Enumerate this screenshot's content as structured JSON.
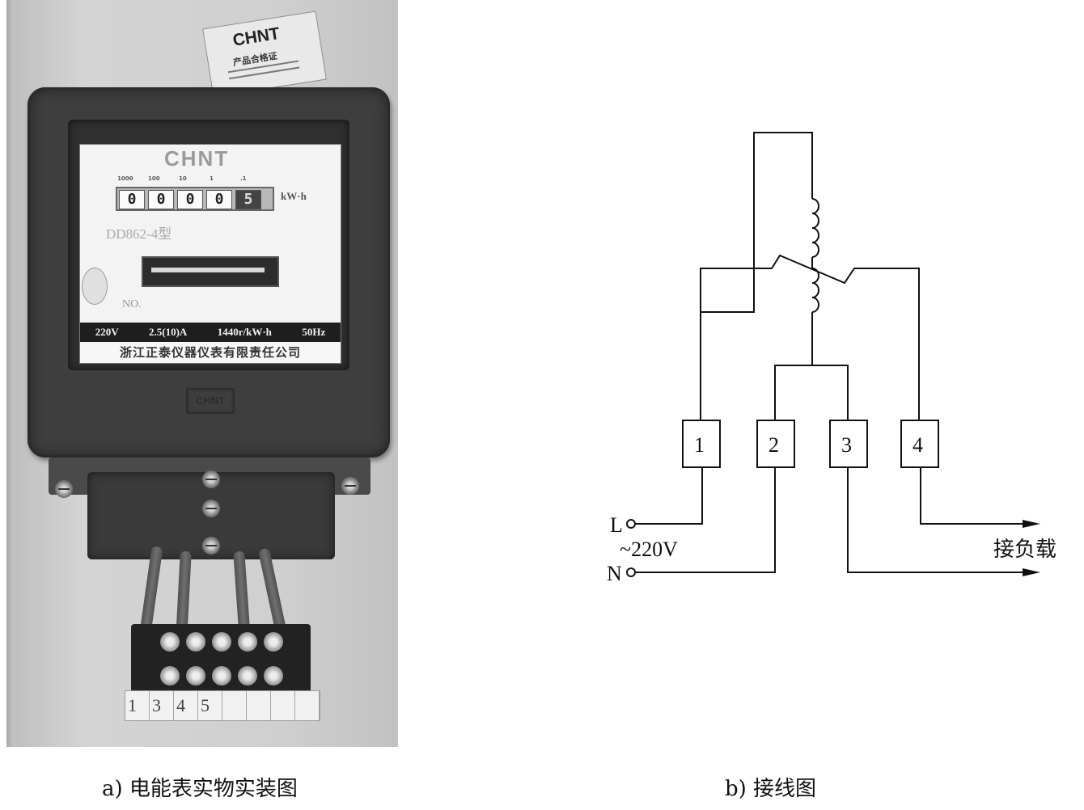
{
  "photo": {
    "tag": {
      "logo": "CHNT",
      "text": "产品合格证"
    },
    "meter": {
      "brand": "CHNT",
      "scale_marks": [
        "1000",
        "100",
        "10",
        "1",
        ".1"
      ],
      "digits": [
        "0",
        "0",
        "0",
        "0",
        "5"
      ],
      "unit": "kW·h",
      "model": "DD862-4型",
      "serial": "NO.",
      "ratings": [
        "220V",
        "2.5(10)A",
        "1440r/kW·h",
        "50Hz"
      ],
      "manufacturer": "浙江正泰仪器仪表有限责任公司",
      "embossed_logo": "CHNT"
    },
    "terminal_strip": [
      "1",
      "3",
      "4",
      "5",
      "",
      "",
      "",
      ""
    ]
  },
  "captions": {
    "left": "a) 电能表实物实装图",
    "right": "b)  接线图"
  },
  "diagram": {
    "terminals": [
      "1",
      "2",
      "3",
      "4"
    ],
    "line_label": "L",
    "neutral_label": "N",
    "voltage_label": "~220V",
    "load_label": "接负载"
  },
  "colors": {
    "line": "#111111",
    "background": "#ffffff"
  }
}
